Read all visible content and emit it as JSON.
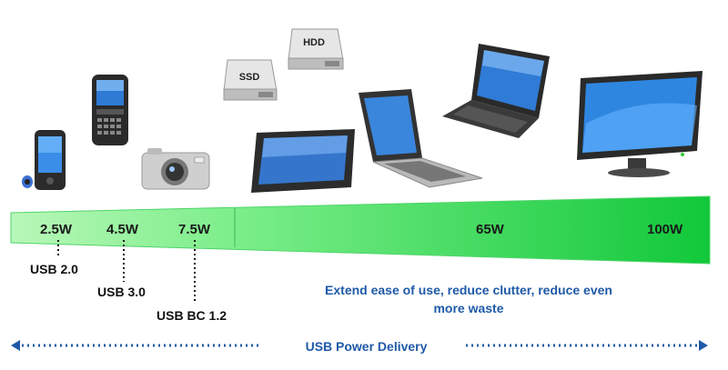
{
  "devices": [
    {
      "name": "mp3-player"
    },
    {
      "name": "smartphone"
    },
    {
      "name": "camera"
    },
    {
      "name": "ssd-drive",
      "label": "SSD"
    },
    {
      "name": "hdd-drive",
      "label": "HDD"
    },
    {
      "name": "tablet"
    },
    {
      "name": "ultrabook"
    },
    {
      "name": "laptop"
    },
    {
      "name": "monitor"
    }
  ],
  "power_bar": {
    "levels": [
      "2.5W",
      "4.5W",
      "7.5W",
      "65W",
      "100W"
    ],
    "colors": {
      "light": "#b8f7b8",
      "dark": "#11c83a"
    }
  },
  "usb_specs": [
    "USB 2.0",
    "USB 3.0",
    "USB BC 1.2"
  ],
  "message": {
    "line1": "Extend ease of use, reduce clutter, reduce even",
    "line2": "more waste"
  },
  "footer": {
    "label": "USB Power Delivery"
  },
  "accent_color": "#1f5aa8"
}
